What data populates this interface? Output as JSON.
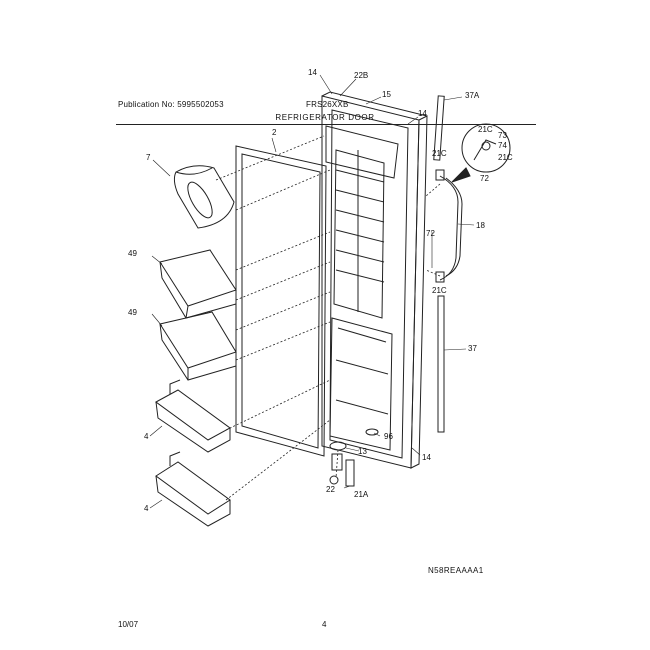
{
  "header": {
    "publication": "Publication No: 5995502053",
    "model": "FRS26XXB",
    "section_title": "REFRIGERATOR DOOR"
  },
  "callouts": {
    "c14a": "14",
    "c22B": "22B",
    "c15": "15",
    "c14b": "14",
    "c37A": "37A",
    "c21Ca": "21C",
    "c73": "73",
    "c74": "74",
    "c21Cb": "21C",
    "c21Cc": "21C",
    "c72a": "72",
    "c2": "2",
    "c7": "7",
    "c18": "18",
    "c72b": "72",
    "c49a": "49",
    "c21Cd": "21C",
    "c49b": "49",
    "c37": "37",
    "c4a": "4",
    "c96": "96",
    "c13": "13",
    "c14c": "14",
    "c22": "22",
    "c21A": "21A",
    "c4b": "4"
  },
  "footer": {
    "figure_code": "N58REAAAA1",
    "date": "10/07",
    "page": "4"
  }
}
